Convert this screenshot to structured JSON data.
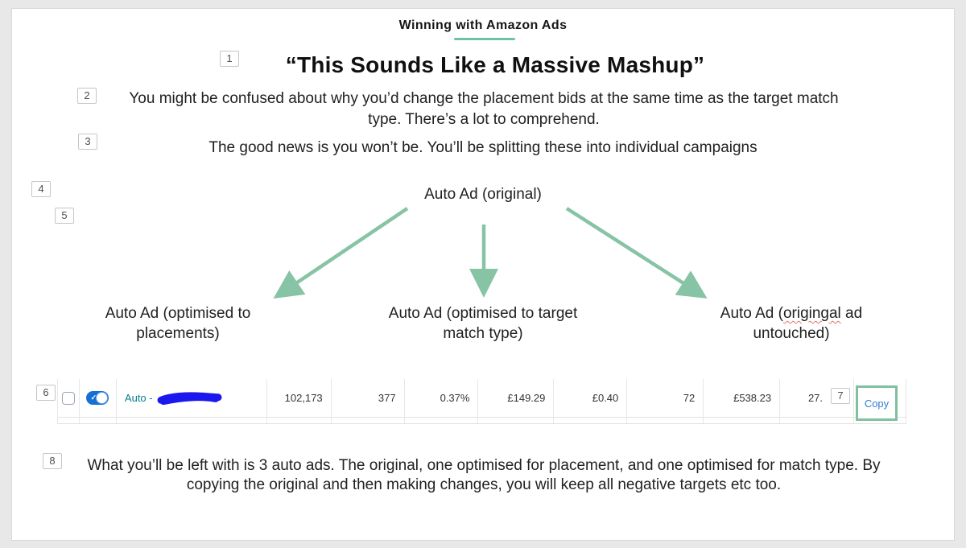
{
  "colors": {
    "accent_green": "#7fc2a3",
    "underline_green": "#6fc3a3",
    "toggle_blue": "#176fd4",
    "link_blue": "#2e7dd1",
    "campaign_teal": "#077d8c",
    "redaction_blue": "#1c17ee",
    "spellcheck_red": "#e0756b"
  },
  "header": {
    "text": "Winning with Amazon Ads"
  },
  "slide": {
    "title": "“This Sounds Like a Massive Mashup”",
    "para_confused": "You might be confused about why you’d change the placement bids at the same time as the target match type. There’s a lot to comprehend.",
    "para_good_news": "The good news is you won’t be. You’ll be splitting these into individual campaigns",
    "para_conclusion": "What you’ll be left with is 3 auto ads. The original, one optimised for placement, and one optimised for match type. By copying the original and then making changes, you will keep all negative targets etc too."
  },
  "diagram": {
    "root": "Auto Ad (original)",
    "branch_left": "Auto Ad (optimised to placements)",
    "branch_center": "Auto Ad (optimised to target match type)",
    "branch_right_prefix": "Auto Ad (",
    "branch_right_typo": "origingal",
    "branch_right_suffix": " ad untouched)"
  },
  "markers": {
    "m1": "1",
    "m2": "2",
    "m3": "3",
    "m4": "4",
    "m5": "5",
    "m6": "6",
    "m7": "7",
    "m8": "8"
  },
  "ad_row": {
    "campaign_label": "Auto - ",
    "impressions": "102,173",
    "clicks": "377",
    "ctr": "0.37%",
    "spend": "£149.29",
    "cpc": "£0.40",
    "orders": "72",
    "sales": "£538.23",
    "acos_partial": "27.",
    "copy_button": "Copy"
  },
  "icons": {
    "checkmark": "✓",
    "toggle": "toggle-on",
    "checkbox": "checkbox-unchecked",
    "redaction": "scribble-redaction"
  }
}
